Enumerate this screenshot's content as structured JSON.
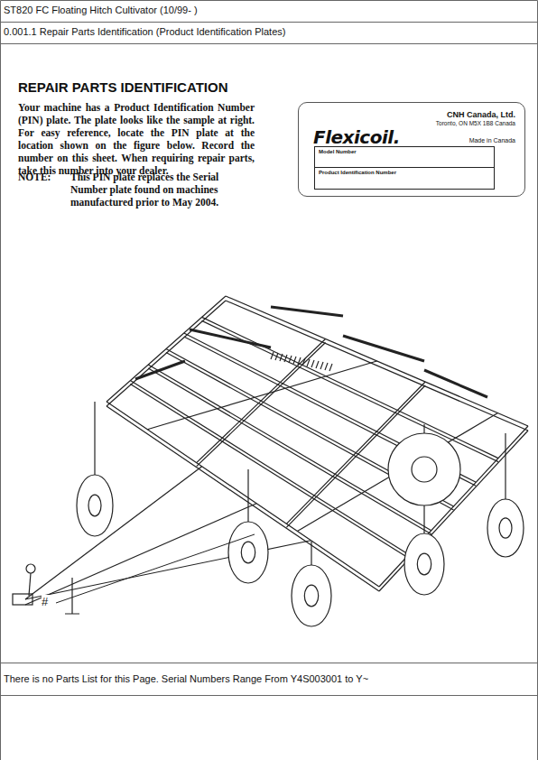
{
  "diagram": {
    "title": "REPAIR PARTS IDENTIFICATION",
    "nodes": [
      {
        "text": [
          "CNH Canada, Ltd.",
          "Toronto, ON M5X 1B8 Canada",
          "Flexicoil.",
          "Made in Canada"
        ]
      },
      {
        "text": [
          "Model Number"
        ],
        "in": 0
      },
      {
        "text": [
          "Product Identification Number"
        ],
        "in": 0
      }
    ],
    "labels": [
      "ST820  FC Floating Hitch Cultivator (10/99- )",
      "0.001.1 Repair Parts Identification (Product Identification Plates)",
      "Your machine has a Product Identification Number (PIN) plate. The plate looks like the sample at right. For easy reference, locate the PIN plate at the location shown on the figure below. Record the number on this sheet. When requiring repair parts, take this number into your dealer.",
      "NOTE:",
      "This PIN plate replaces the Serial Number plate found on machines manufactured prior to May 2004.",
      "#",
      "There is no Parts List for this Page.  Serial Numbers Range From Y4S003001 to Y~"
    ]
  }
}
